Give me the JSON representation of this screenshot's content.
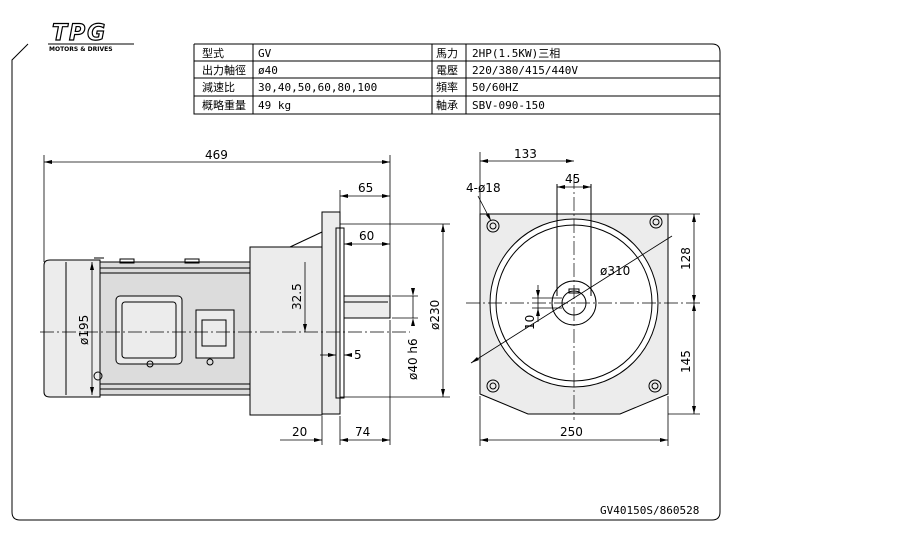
{
  "brand": {
    "logo": "TPG",
    "tagline": "MOTORS & DRIVES"
  },
  "spec_table": [
    {
      "label": "型式",
      "value": "GV",
      "label2": "馬力",
      "value2": "2HP(1.5KW)三相"
    },
    {
      "label": "出力軸徑",
      "value": "ø40",
      "label2": "電壓",
      "value2": "220/380/415/440V"
    },
    {
      "label": "減速比",
      "value": "30,40,50,60,80,100",
      "label2": "頻率",
      "value2": "50/60HZ"
    },
    {
      "label": "概略重量",
      "value": "49 kg",
      "label2": "軸承",
      "value2": "SBV-090-150"
    }
  ],
  "side_view": {
    "dim_overall_length": "469",
    "dim_65": "65",
    "dim_60": "60",
    "dim_32_5": "32.5",
    "dim_motor_dia": "ø195",
    "dim_5": "5",
    "dim_shaft": "ø40 h6",
    "dim_230": "ø230",
    "dim_20": "20",
    "dim_74": "74"
  },
  "front_view": {
    "dim_133": "133",
    "dim_45": "45",
    "dim_holes": "4-ø18",
    "dim_pcd": "ø310",
    "dim_10": "10",
    "dim_128": "128",
    "dim_145": "145",
    "dim_250": "250"
  },
  "drawing_number": "GV40150S/860528"
}
